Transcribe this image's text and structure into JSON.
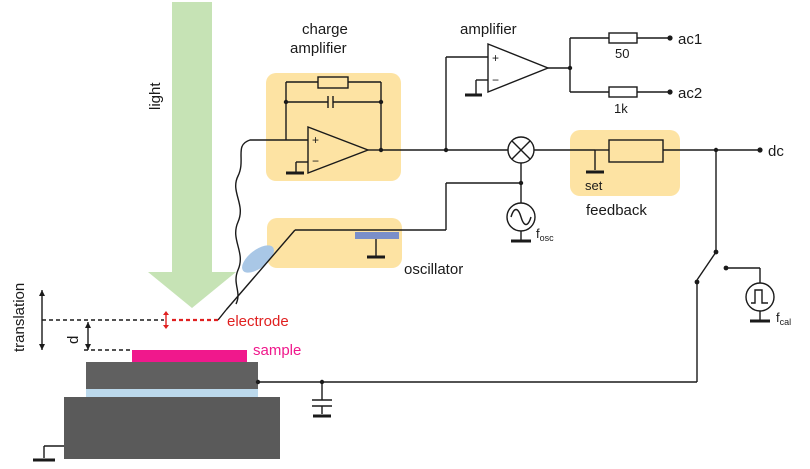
{
  "labels": {
    "light": "light",
    "charge_amplifier_line1": "charge",
    "charge_amplifier_line2": "amplifier",
    "amplifier": "amplifier",
    "resistor_50": "50",
    "resistor_1k": "1k",
    "ac1": "ac1",
    "ac2": "ac2",
    "dc": "dc",
    "set": "set",
    "feedback": "feedback",
    "oscillator": "oscillator",
    "f_osc_main": "f",
    "f_osc_sub": "osc",
    "f_cal_main": "f",
    "f_cal_sub": "cal",
    "electrode": "electrode",
    "sample": "sample",
    "translation": "translation",
    "d": "d",
    "plus": "+",
    "minus": "−"
  },
  "colors": {
    "highlight_box": "#fde3a3",
    "light_arrow": "#c6e3b5",
    "electrode": "#e02020",
    "sample": "#f0188c",
    "stage_upper": "#606060",
    "stage_lower": "#5a5a5a",
    "insulator": "#bcd9ec",
    "oscillator_plate": "#7a8fc9",
    "lens": "#a9c7e6",
    "wire": "#1a1a1a"
  }
}
